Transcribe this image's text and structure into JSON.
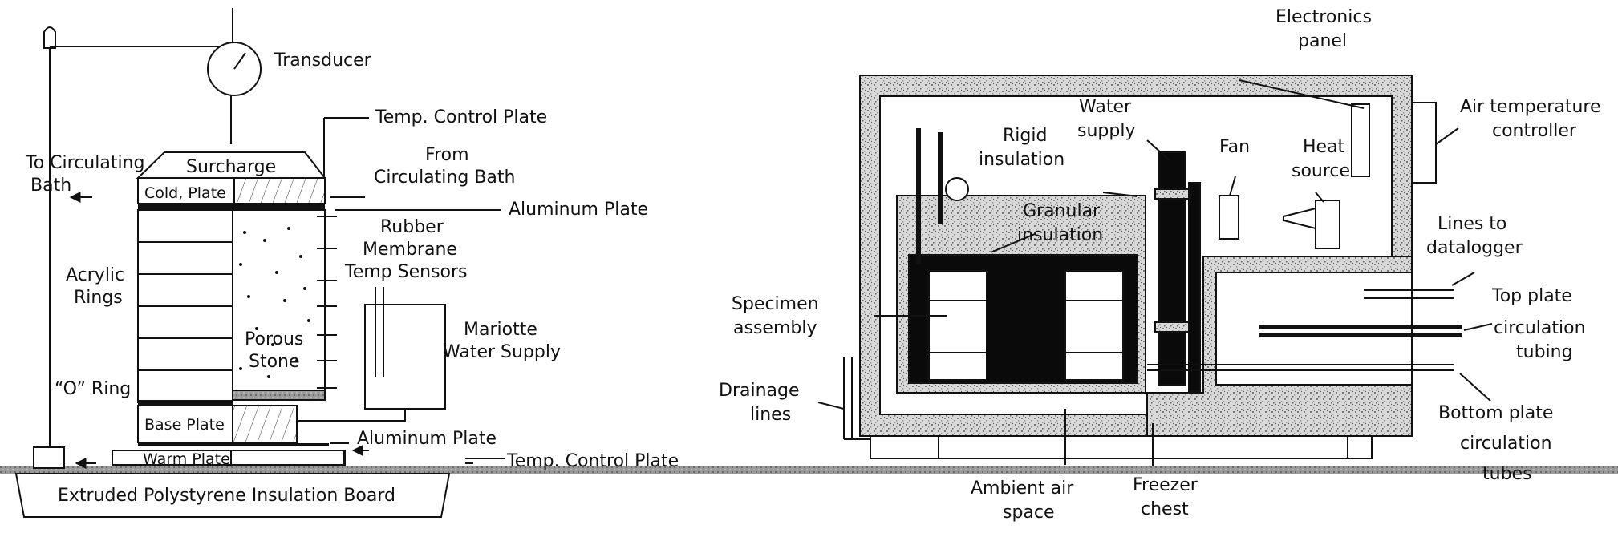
{
  "left_diagram": {
    "labels": {
      "transducer": "Transducer",
      "temp_control_plate_top": "Temp. Control Plate",
      "to_circulating_bath_1": "To Circulating",
      "to_circulating_bath_2": "Bath",
      "surcharge": "Surcharge",
      "cold_plate": "Cold, Plate",
      "from_circulating_bath_1": "From",
      "from_circulating_bath_2": "Circulating Bath",
      "aluminum_plate_top": "Aluminum Plate",
      "rubber_membrane_1": "Rubber",
      "rubber_membrane_2": "Membrane",
      "temp_sensors": "Temp Sensors",
      "acrylic_rings_1": "Acrylic",
      "acrylic_rings_2": "Rings",
      "porous_stone_1": "Porous",
      "porous_stone_2": "Stone",
      "mariotte_1": "Mariotte",
      "mariotte_2": "Water Supply",
      "o_ring": "“O” Ring",
      "base_plate": "Base Plate",
      "aluminum_plate_bottom": "Aluminum Plate",
      "warm_plate": "Warm Plate",
      "temp_control_plate_bottom": "Temp. Control Plate",
      "insulation_board": "Extruded Polystyrene Insulation Board"
    }
  },
  "right_diagram": {
    "labels": {
      "electronics_panel_1": "Electronics",
      "electronics_panel_2": "panel",
      "water_supply_1": "Water",
      "water_supply_2": "supply",
      "air_temp_controller_1": "Air temperature",
      "air_temp_controller_2": "controller",
      "rigid_insulation_1": "Rigid",
      "rigid_insulation_2": "insulation",
      "fan": "Fan",
      "heat_source_1": "Heat",
      "heat_source_2": "source",
      "granular_insulation_1": "Granular",
      "granular_insulation_2": "insulation",
      "lines_to_datalogger_1": "Lines to",
      "lines_to_datalogger_2": "datalogger",
      "specimen_assembly_1": "Specimen",
      "specimen_assembly_2": "assembly",
      "top_plate_tubing_1": "Top plate",
      "top_plate_tubing_2": "circulation",
      "top_plate_tubing_3": "tubing",
      "drainage_lines_1": "Drainage",
      "drainage_lines_2": "lines",
      "bottom_plate_tubes_1": "Bottom plate",
      "bottom_plate_tubes_2": "circulation",
      "bottom_plate_tubes_3": "tubes",
      "ambient_air_1": "Ambient air",
      "ambient_air_2": "space",
      "freezer_chest_1": "Freezer",
      "freezer_chest_2": "chest"
    }
  },
  "colors": {
    "ink": "#111111",
    "granite": "#c9c9c9",
    "ground": "#8a8a8a",
    "black_fill": "#0a0a0a"
  }
}
